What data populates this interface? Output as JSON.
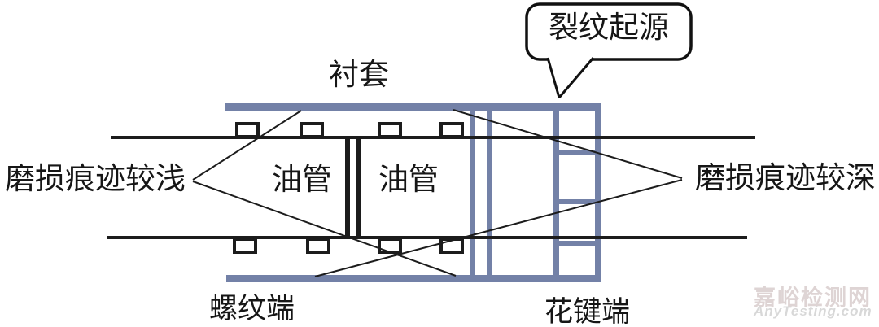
{
  "diagram": {
    "title_context": "tubing-wear-and-crack-location-schematic",
    "labels": {
      "callout": "裂纹起源",
      "sleeve": "衬套",
      "wear_shallow": "磨损痕迹较浅",
      "tube": "油管",
      "wear_deep": "磨损痕迹较深",
      "threaded_end": "螺纹端",
      "spline_end": "花键端"
    },
    "watermark": {
      "cn": "嘉峪检测网",
      "en": "AnyTesting.com"
    },
    "colors": {
      "sleeve_blue": "#7381a7",
      "line_black": "#1c1c1c",
      "background": "#ffffff"
    }
  }
}
